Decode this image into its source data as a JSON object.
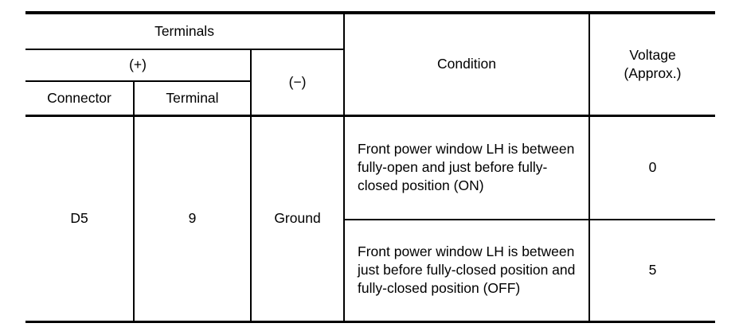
{
  "table": {
    "headers": {
      "terminals": "Terminals",
      "positive": "(+)",
      "negative": "(−)",
      "connector": "Connector",
      "terminal": "Terminal",
      "condition": "Condition",
      "voltage_line1": "Voltage",
      "voltage_line2": "(Approx.)"
    },
    "rows": [
      {
        "connector": "D5",
        "terminal": "9",
        "negative": "Ground",
        "condition": "Front power window LH is between fully-open and just before fully-closed position (ON)",
        "voltage": "0"
      },
      {
        "connector": "D5",
        "terminal": "9",
        "negative": "Ground",
        "condition": "Front power window LH is between just before fully-closed position and fully-closed position (OFF)",
        "voltage": "5"
      }
    ]
  },
  "colors": {
    "rule": "#000000",
    "text": "#000000",
    "background": "#ffffff"
  }
}
